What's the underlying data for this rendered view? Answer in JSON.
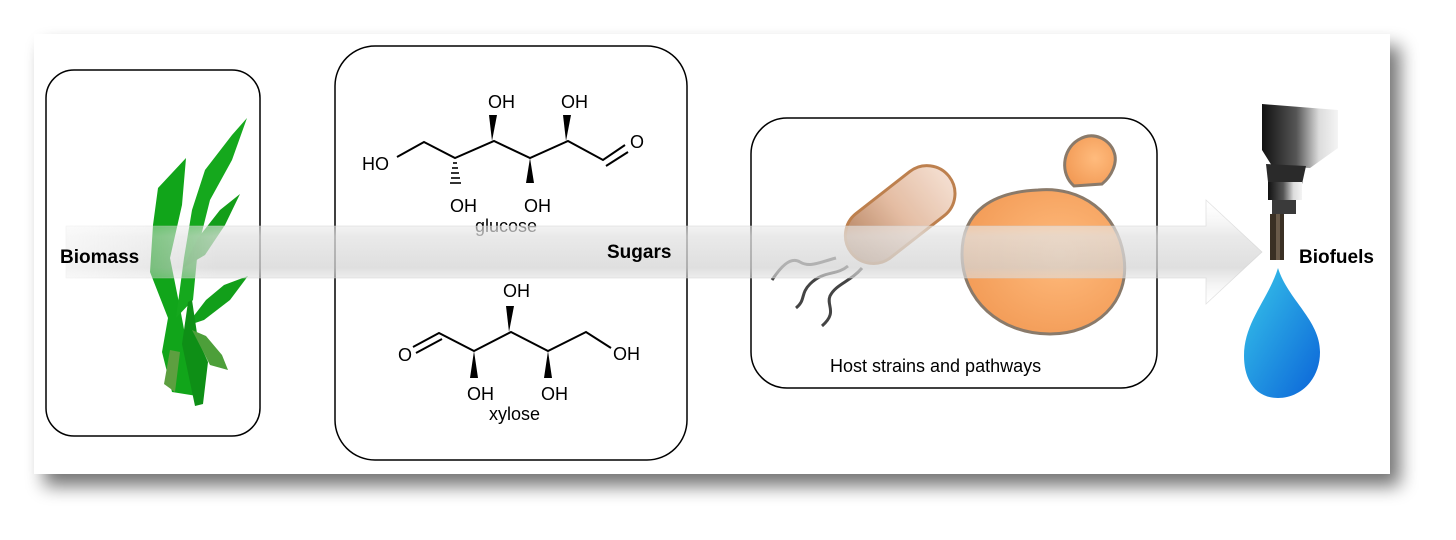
{
  "stages": {
    "biomass": "Biomass",
    "sugars": "Sugars",
    "biofuels": "Biofuels"
  },
  "host": {
    "caption": "Host strains and pathways"
  },
  "glucose": {
    "name": "glucose",
    "ho": "HO",
    "oh_top_1": "OH",
    "oh_top_2": "OH",
    "oh_bottom_1": "OH",
    "oh_bottom_2": "OH",
    "o": "O"
  },
  "xylose": {
    "name": "xylose",
    "o": "O",
    "oh_top": "OH",
    "oh_bottom_1": "OH",
    "oh_bottom_2": "OH",
    "oh_end": "OH"
  },
  "colors": {
    "plant_green": "#11a51a",
    "bacterium": "#d9a888",
    "yeast": "#f6a865",
    "drop": "#1e9ee0",
    "arrow": "#dcdcdc"
  },
  "icons": [
    "grass-icon",
    "bacterium-icon",
    "yeast-icon",
    "fuel-nozzle-icon",
    "fuel-drop-icon"
  ]
}
